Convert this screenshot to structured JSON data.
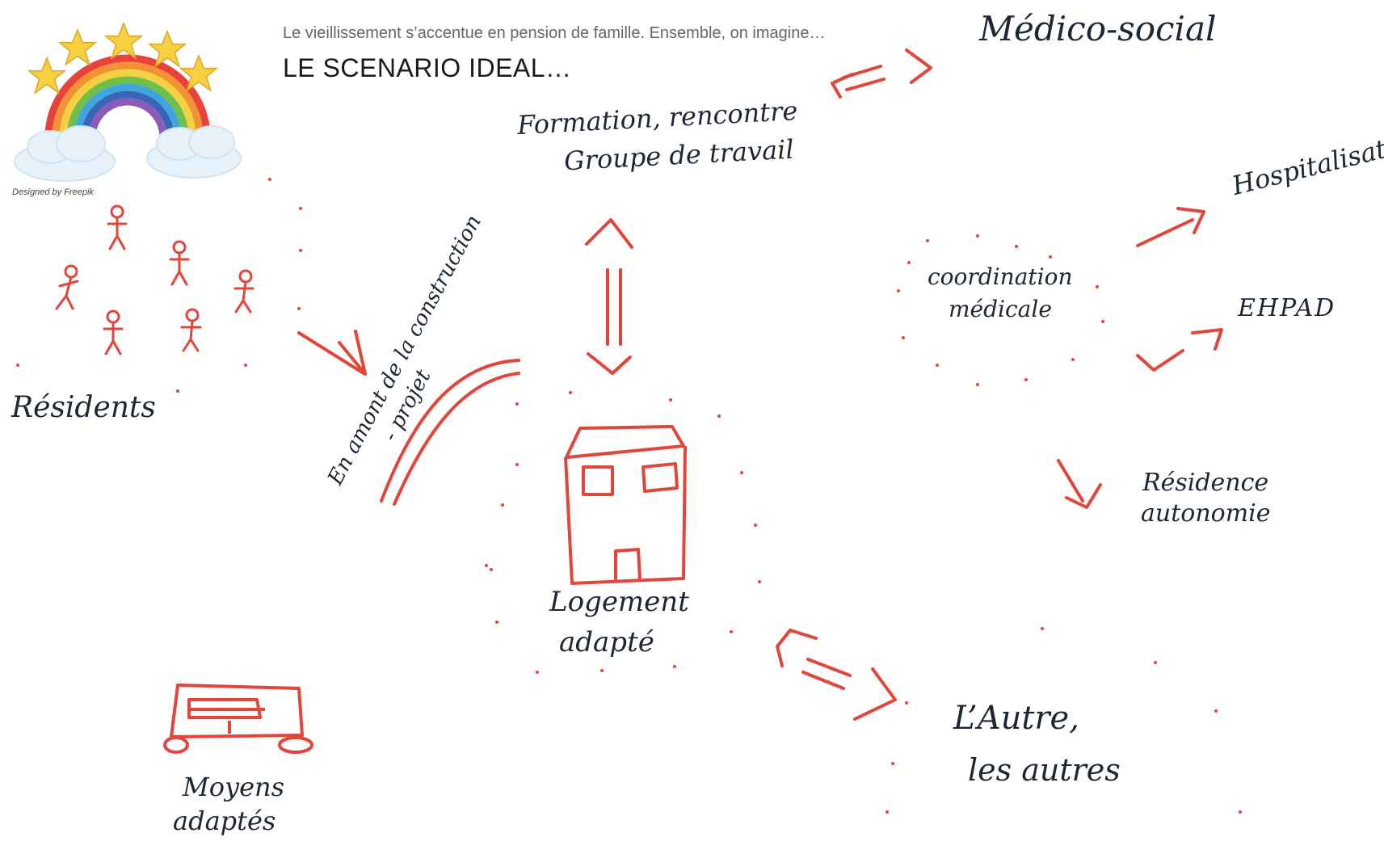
{
  "header": {
    "subtitle": "Le vieillissement s’accentue en pension de famille. Ensemble, on imagine…",
    "title": "LE SCENARIO IDEAL…",
    "credit": "Designed by Freepik"
  },
  "nodes": {
    "residents": "Résidents",
    "arrow_label_line1": "En amont de la construction",
    "arrow_label_line2": "- projet",
    "formation_line1": "Formation, rencontre",
    "formation_line2": "Groupe de travail",
    "medico_social": "Médico-social",
    "logement_line1": "Logement",
    "logement_line2": "adapté",
    "coordination_line1": "coordination",
    "coordination_line2": "médicale",
    "hospitalisation": "Hospitalisation",
    "ehpad": "EHPAD",
    "residence_line1": "Résidence",
    "residence_line2": "autonomie",
    "autre_line1": "L’Autre,",
    "autre_line2": "les autres",
    "moyens_line1": "Moyens",
    "moyens_line2": "adaptés"
  },
  "colors": {
    "ink_red": "#e2453a",
    "ink_dark": "#1d2733",
    "star_yellow": "#f5d142",
    "cloud_blue": "#cfe3f3"
  },
  "icons": [
    "rainbow-stars-illustration",
    "stick-figure-icon",
    "house-icon",
    "vehicle-icon"
  ]
}
